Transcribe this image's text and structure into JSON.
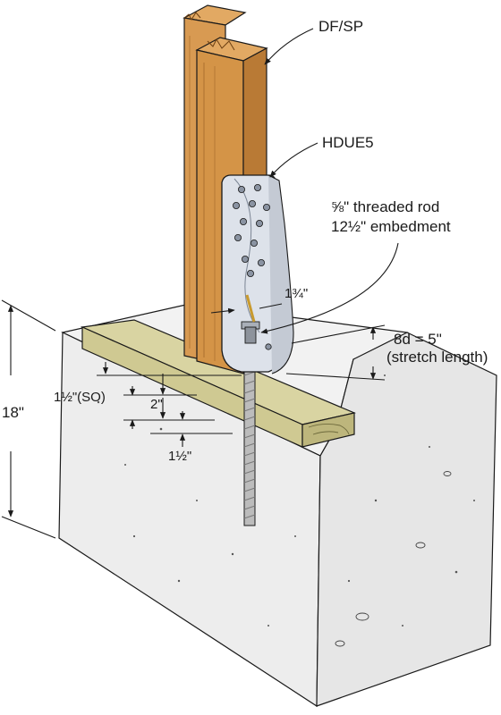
{
  "labels": {
    "lumber": "DF/SP",
    "holdown": "HDUE5",
    "rod_line1": "⅝\" threaded rod",
    "rod_line2": "12½\" embedment",
    "offset": "1¾\"",
    "stretch_line1": "8d = 5\"",
    "stretch_line2": "(stretch length)",
    "depth": "18\"",
    "so": "1½\"(SO)",
    "sill": "2\"",
    "edge": "1½\""
  },
  "colors": {
    "wood": "#d89a52",
    "wood_dark": "#b97a35",
    "sill": "#d8d3a0",
    "concrete": "#efefef",
    "steel": "#dfe3ea",
    "rod": "#b9b9b9",
    "ink": "#1a1a1a"
  }
}
